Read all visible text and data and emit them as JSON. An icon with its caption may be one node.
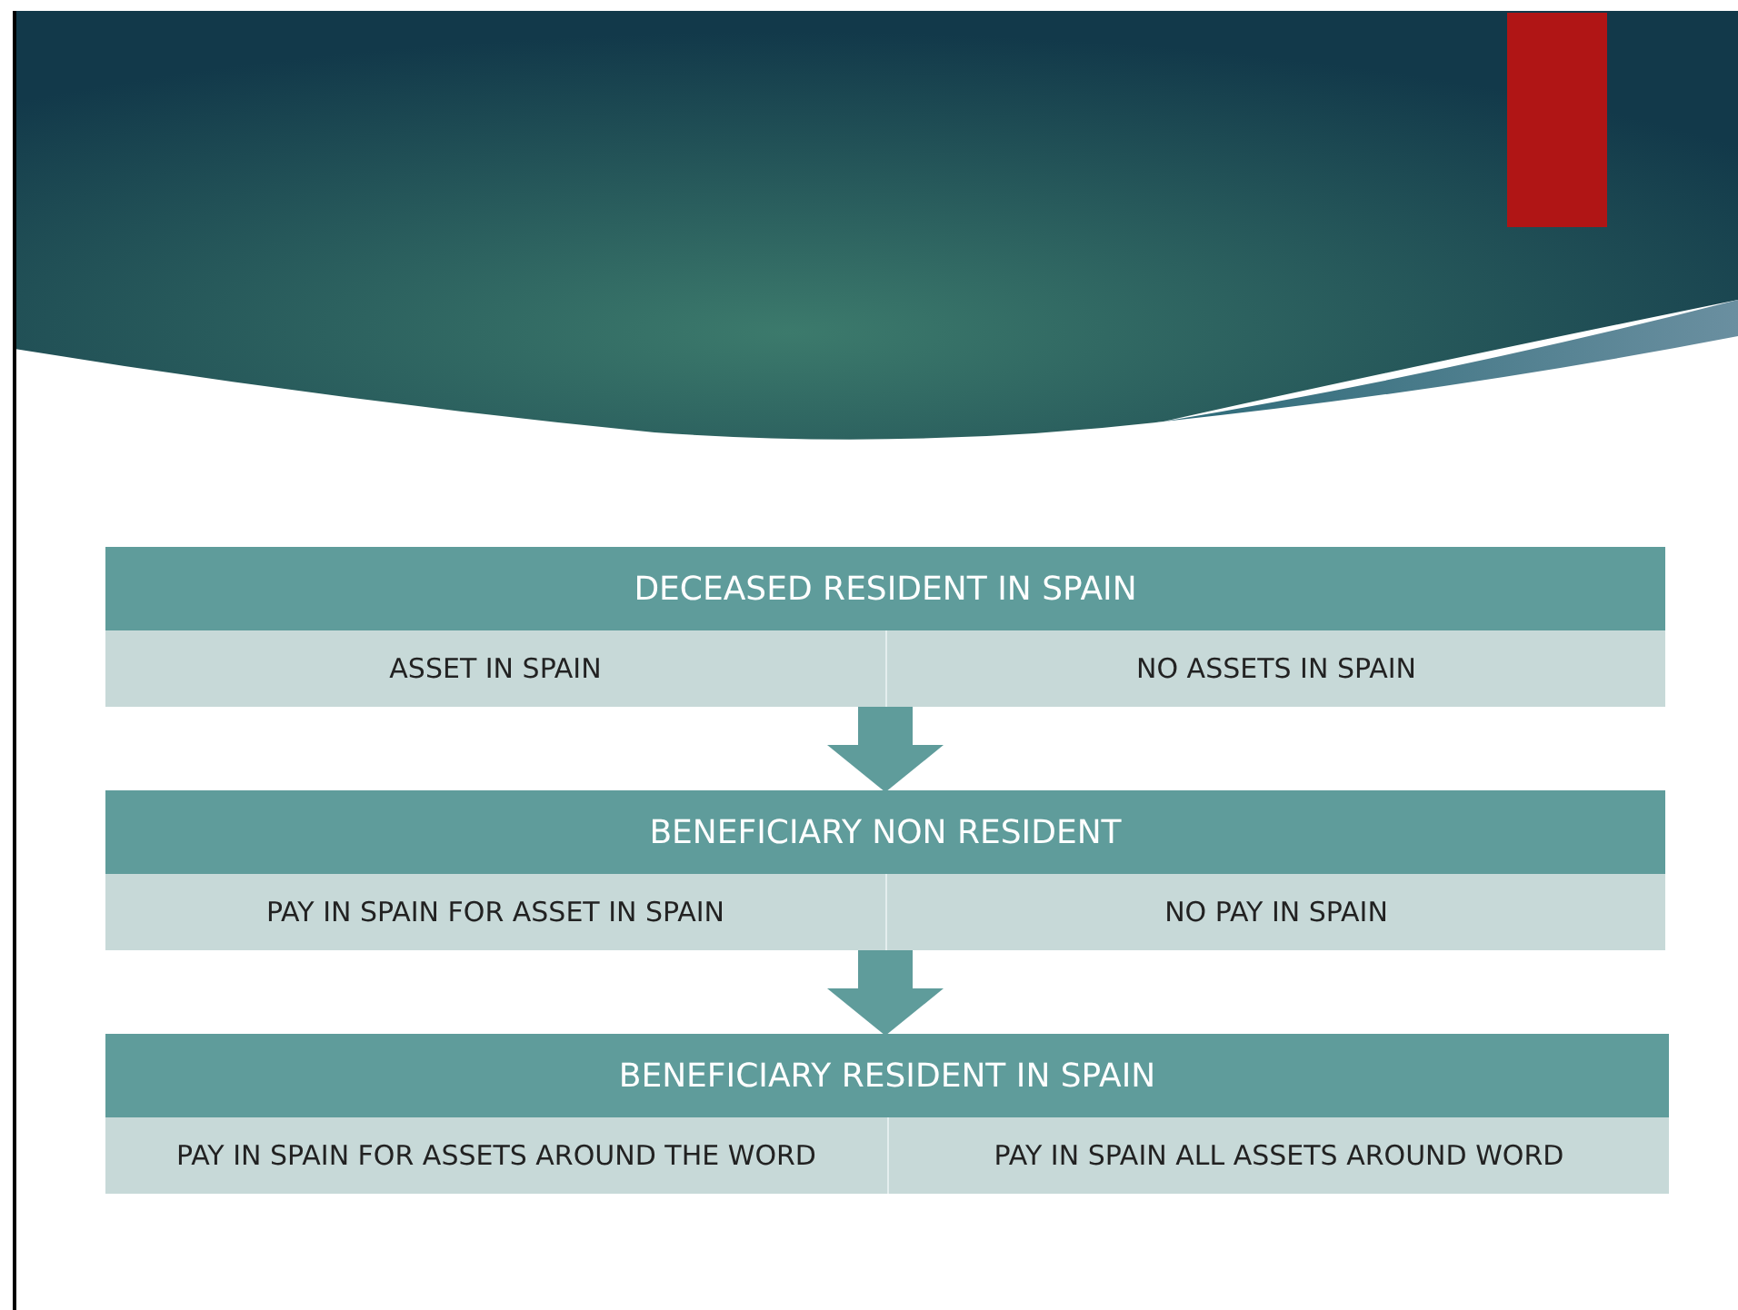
{
  "diagram": {
    "nodes": [
      {
        "text": [
          "DECEASED RESIDENT IN SPAIN"
        ]
      },
      {
        "text": [
          "ASSET IN SPAIN"
        ],
        "in": 0
      },
      {
        "text": [
          "NO ASSETS IN SPAIN"
        ],
        "in": 0
      },
      {
        "text": [
          "BENEFICIARY NON RESIDENT"
        ]
      },
      {
        "text": [
          "PAY IN SPAIN FOR ASSET IN SPAIN"
        ],
        "in": 3
      },
      {
        "text": [
          "NO PAY IN SPAIN"
        ],
        "in": 3
      },
      {
        "text": [
          "BENEFICIARY RESIDENT IN SPAIN"
        ]
      },
      {
        "text": [
          "PAY IN SPAIN FOR ASSETS AROUND THE WORD"
        ],
        "in": 6
      },
      {
        "text": [
          "PAY IN SPAIN ALL ASSETS AROUND WORD"
        ],
        "in": 6
      }
    ],
    "edges": [
      {
        "from": 0,
        "to": 3,
        "arrow": "to"
      },
      {
        "from": 3,
        "to": 6,
        "arrow": "to"
      }
    ]
  }
}
